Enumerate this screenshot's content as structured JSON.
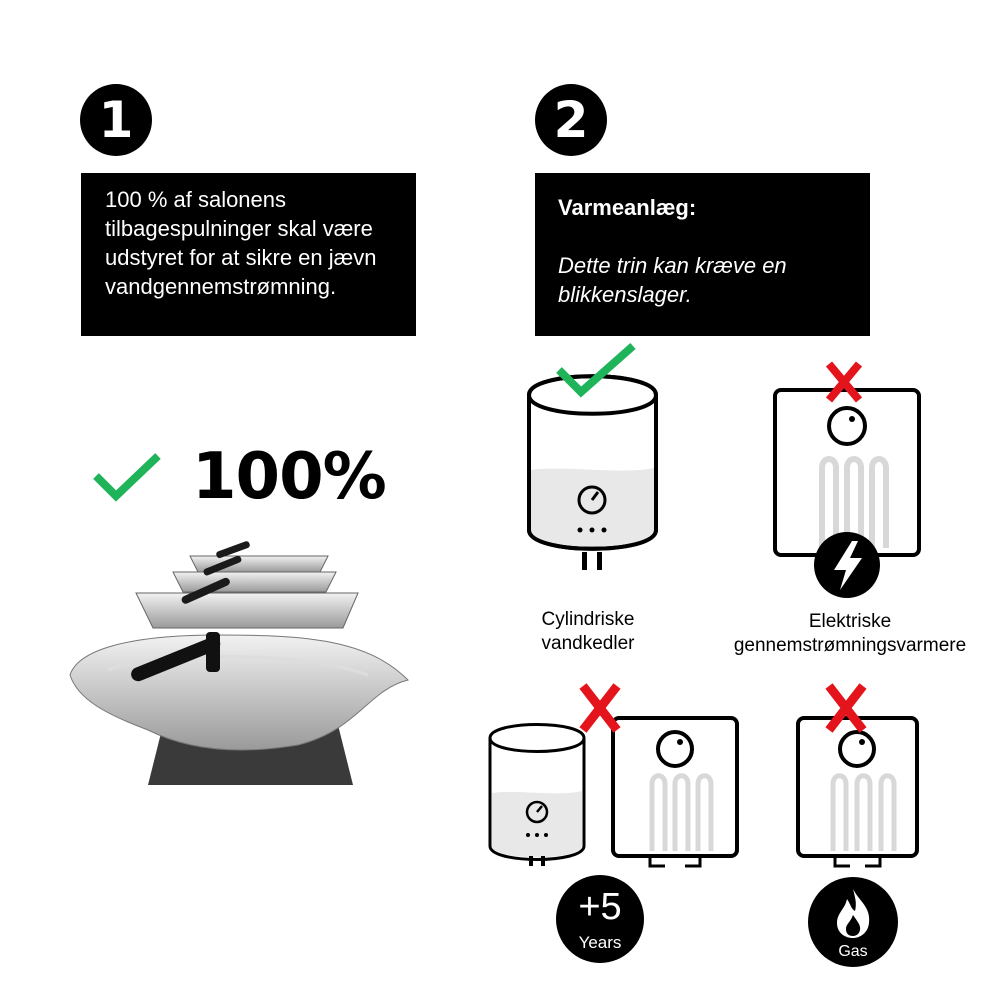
{
  "step1": {
    "number": "1",
    "text": "100 % af salonens tilbagespulninger skal være udstyret for at sikre en jævn vandgennemstrømning.",
    "percent_label": "100%"
  },
  "step2": {
    "number": "2",
    "title": "Varmeanlæg:",
    "note": "Dette trin kan kræve en blikkenslager."
  },
  "heaters": {
    "cylinder_caption": "Cylindriske vandkedler",
    "electric_caption": "Elektriske gennemstrømningsvarmere",
    "years_big": "+5",
    "years_small": "Years",
    "gas_label": "Gas"
  },
  "colors": {
    "check": "#1fb35a",
    "cross": "#e3141b",
    "badge": "#000000"
  },
  "icons": [
    "check-icon",
    "cross-icon",
    "bolt-icon",
    "flame-icon",
    "dial-icon",
    "heating-coil-icon"
  ]
}
